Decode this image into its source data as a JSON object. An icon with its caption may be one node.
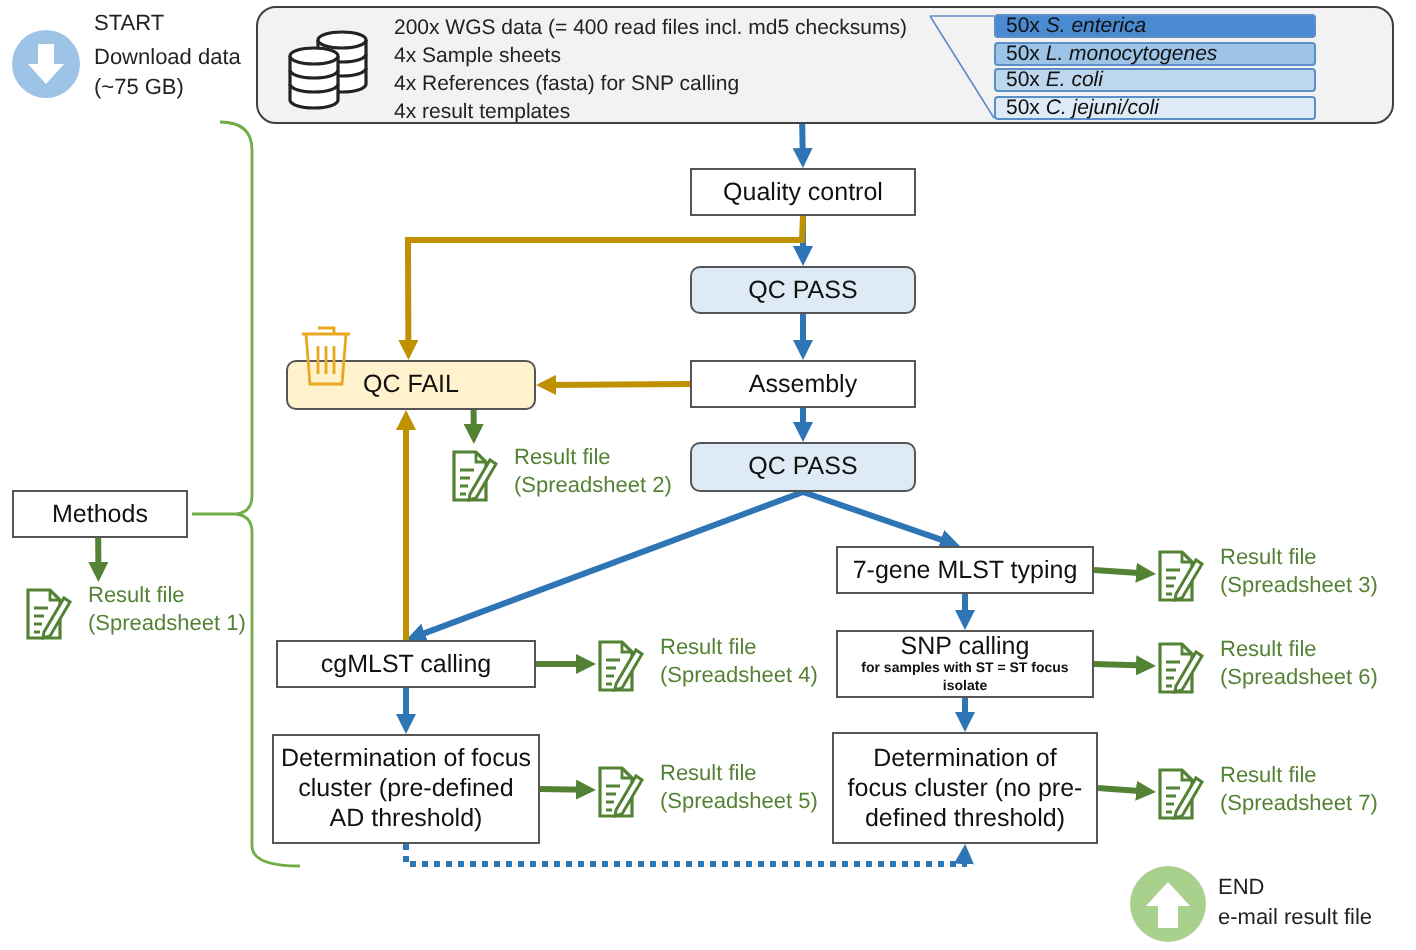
{
  "diagram": {
    "nodes": [
      {
        "text": [
          "200x WGS data (= 400 read files incl. md5 checksums)",
          "4x Sample sheets",
          "4x References (fasta) for SNP calling",
          "4x result templates"
        ]
      },
      {
        "text": [
          "50x *S. enterica*"
        ],
        "in": 0
      },
      {
        "text": [
          "50x *L. monocytogenes*"
        ],
        "in": 0
      },
      {
        "text": [
          "50x *E. coli*"
        ],
        "in": 0
      },
      {
        "text": [
          "50x *C. jejuni/coli*"
        ],
        "in": 0
      },
      {
        "text": [
          "Quality control"
        ]
      },
      {
        "text": [
          "QC PASS"
        ]
      },
      {
        "text": [
          "QC FAIL"
        ]
      },
      {
        "text": [
          "Assembly"
        ]
      },
      {
        "text": [
          "QC PASS"
        ]
      },
      {
        "text": [
          "7-gene MLST typing"
        ]
      },
      {
        "text": [
          "cgMLST calling"
        ]
      },
      {
        "text": [
          "SNP calling",
          "for samples with ST = ST focus isolate"
        ]
      },
      {
        "text": [
          "Determination of focus cluster (pre-defined AD threshold)"
        ]
      },
      {
        "text": [
          "Determination of focus cluster (no pre-defined threshold)"
        ]
      },
      {
        "text": [
          "Methods"
        ]
      },
      {
        "text": [
          "Result file (Spreadsheet 1)"
        ]
      },
      {
        "text": [
          "Result file (Spreadsheet 2)"
        ]
      },
      {
        "text": [
          "Result file (Spreadsheet 3)"
        ]
      },
      {
        "text": [
          "Result file (Spreadsheet 4)"
        ]
      },
      {
        "text": [
          "Result file (Spreadsheet 5)"
        ]
      },
      {
        "text": [
          "Result file (Spreadsheet 6)"
        ]
      },
      {
        "text": [
          "Result file (Spreadsheet 7)"
        ]
      }
    ],
    "edges": [
      {
        "from": 0,
        "to": 5,
        "arrow": "to"
      },
      {
        "from": 5,
        "to": 6,
        "arrow": "to"
      },
      {
        "from": 5,
        "to": 7,
        "arrow": "to",
        "color": "#bf9000"
      },
      {
        "from": 6,
        "to": 8,
        "arrow": "to"
      },
      {
        "from": 8,
        "to": 7,
        "arrow": "to",
        "color": "#bf9000"
      },
      {
        "from": 8,
        "to": 9,
        "arrow": "to"
      },
      {
        "from": 9,
        "to": 10,
        "arrow": "to"
      },
      {
        "from": 9,
        "to": 11,
        "arrow": "to"
      },
      {
        "from": 11,
        "to": 7,
        "arrow": "to",
        "color": "#bf9000"
      },
      {
        "from": 10,
        "to": 12,
        "arrow": "to"
      },
      {
        "from": 12,
        "to": 14,
        "arrow": "to"
      },
      {
        "from": 11,
        "to": 13,
        "arrow": "to"
      },
      {
        "from": 13,
        "to": 14,
        "arrow": "to",
        "style": "dashed"
      },
      {
        "from": 7,
        "to": 17,
        "arrow": "to",
        "color": "#548235"
      },
      {
        "from": 15,
        "to": 16,
        "arrow": "to",
        "color": "#548235"
      },
      {
        "from": 10,
        "to": 18,
        "arrow": "to",
        "color": "#548235"
      },
      {
        "from": 11,
        "to": 19,
        "arrow": "to",
        "color": "#548235"
      },
      {
        "from": 13,
        "to": 20,
        "arrow": "to",
        "color": "#548235"
      },
      {
        "from": 12,
        "to": 21,
        "arrow": "to",
        "color": "#548235"
      },
      {
        "from": 14,
        "to": 22,
        "arrow": "to",
        "color": "#548235"
      }
    ],
    "labels": [
      "START",
      "Download data (~75 GB)",
      "END",
      "e-mail result file"
    ]
  }
}
